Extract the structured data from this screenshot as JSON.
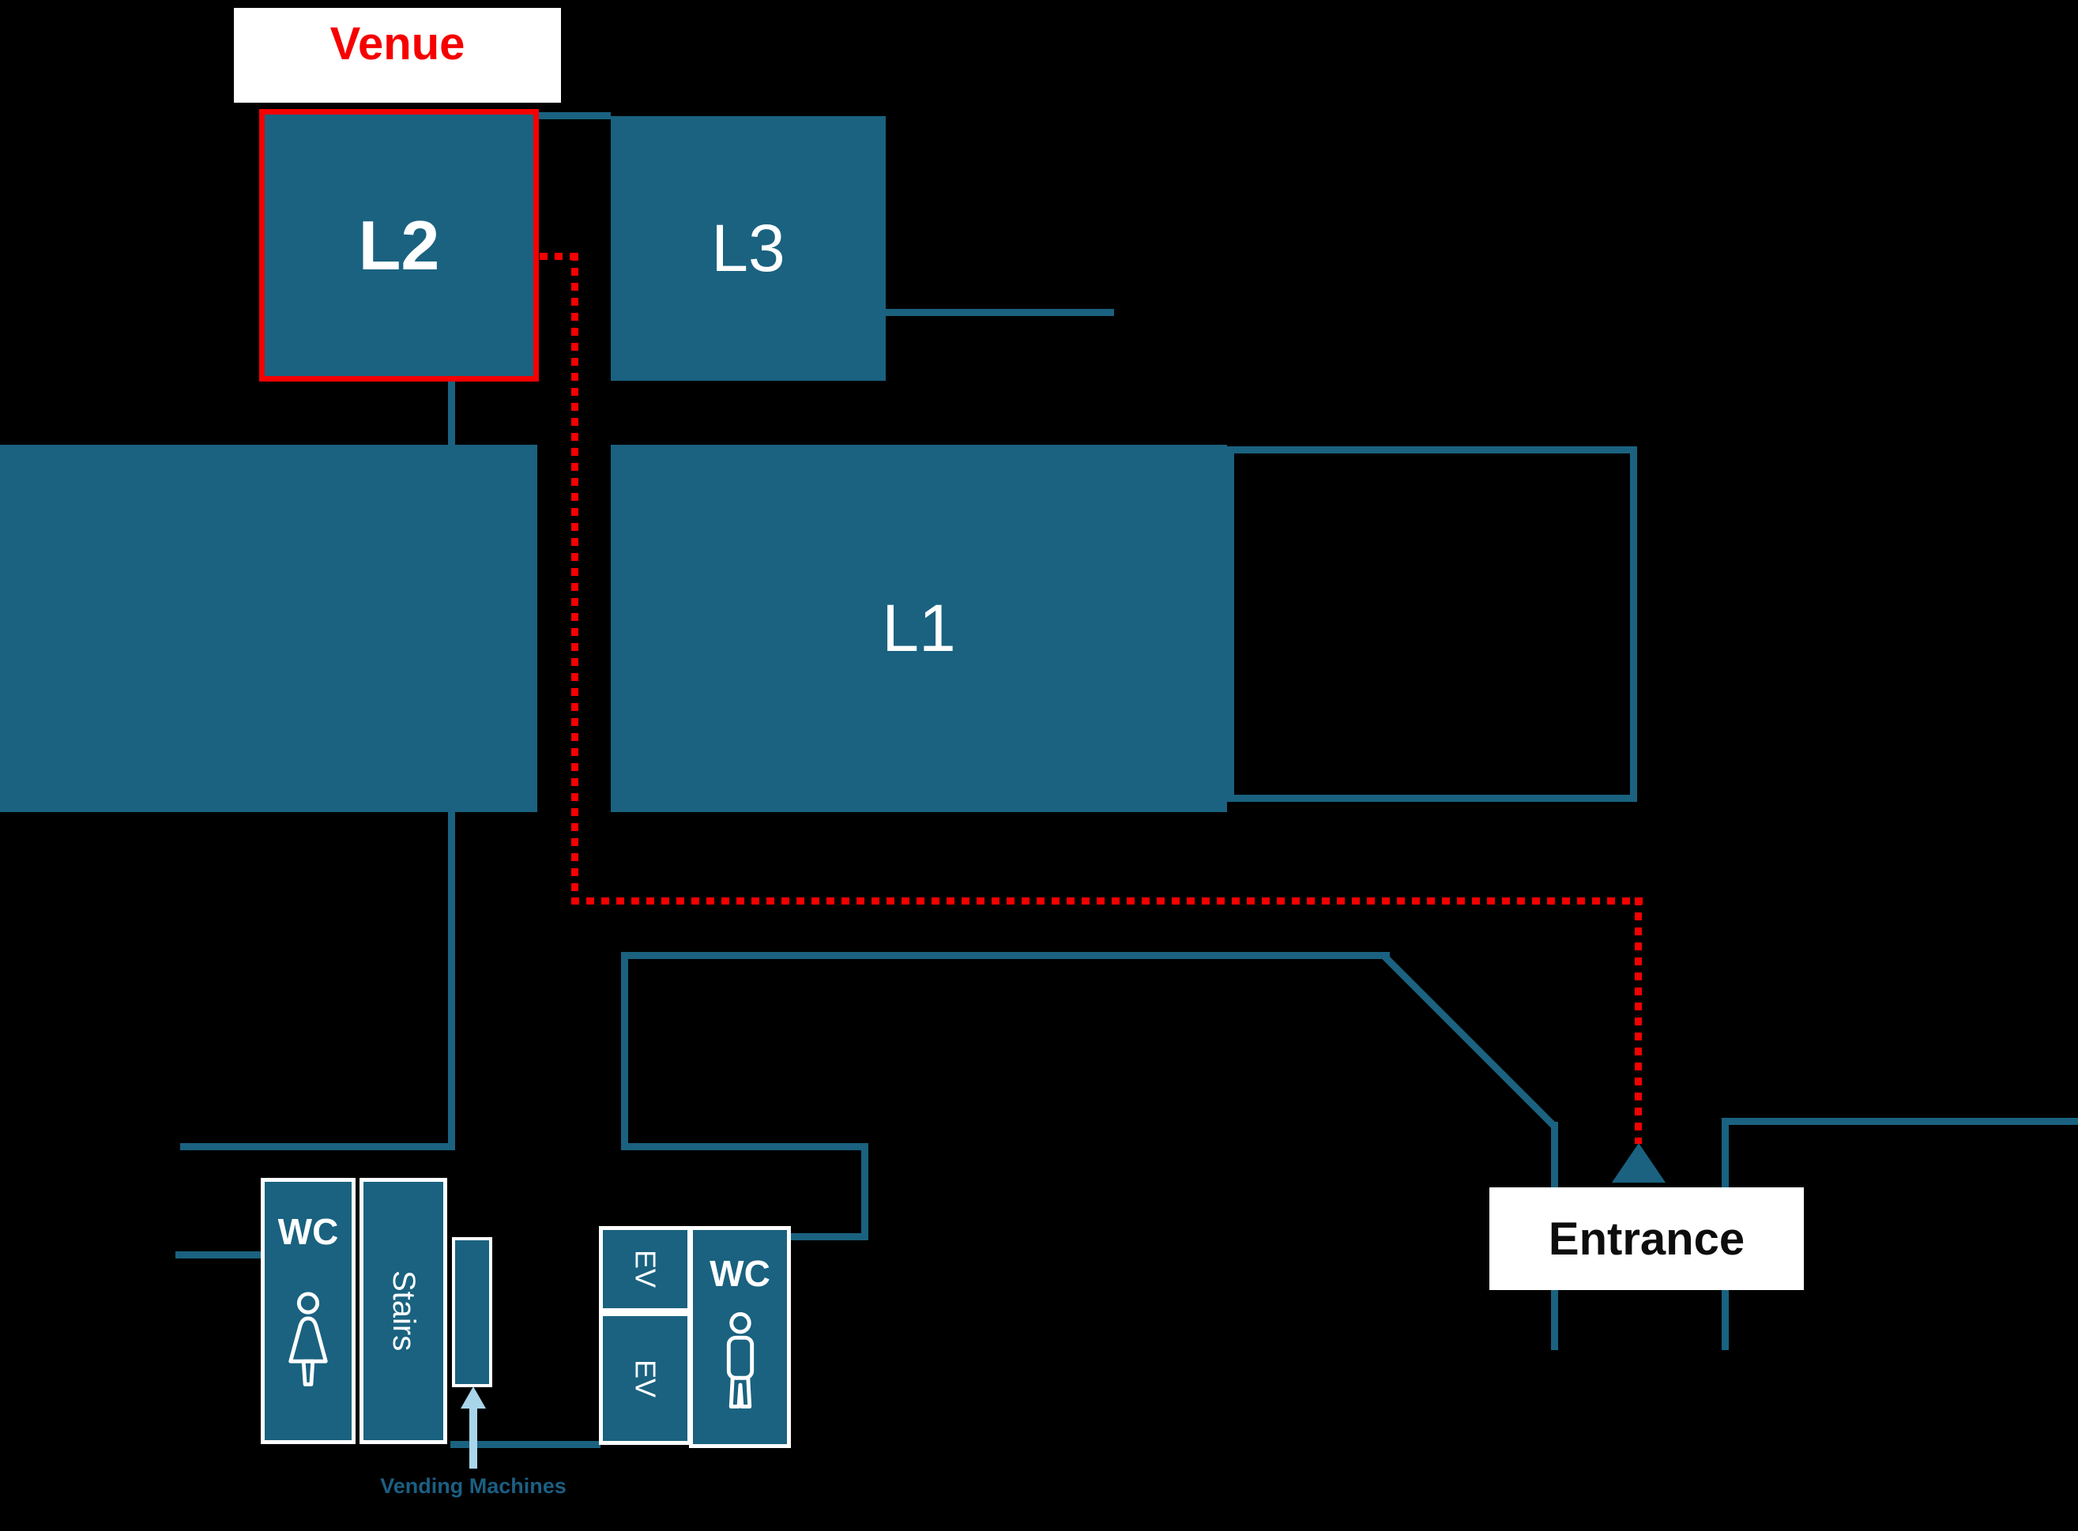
{
  "colors": {
    "background": "#000000",
    "teal": "#1A6280",
    "red": "#F60000",
    "white": "#FFFFFF",
    "lightblue": "#A9D5EA",
    "vendtext": "#1B5F83",
    "enttext": "#0D0D0D"
  },
  "venue": {
    "label": "Venue"
  },
  "rooms": {
    "l1": "L1",
    "l2": "L2",
    "l3": "L3"
  },
  "entrance": {
    "label": "Entrance"
  },
  "facilities": {
    "wc_women": "WC",
    "wc_men": "WC",
    "stairs": "Stairs",
    "ev_upper": "EV",
    "ev_lower": "EV",
    "vending": "Vending Machines"
  }
}
